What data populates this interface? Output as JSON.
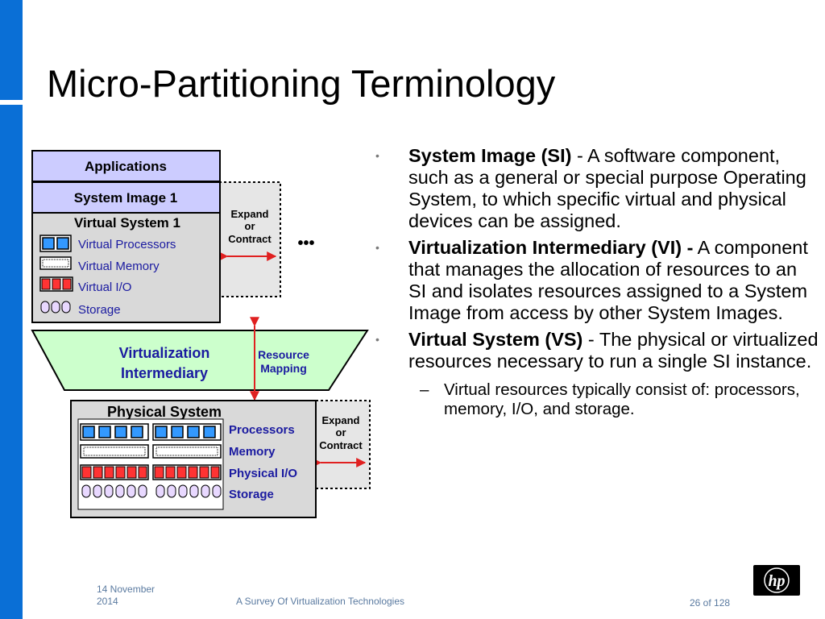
{
  "title": "Micro-Partitioning Terminology",
  "diagram": {
    "applications": "Applications",
    "system_image": "System Image 1",
    "virtual_system": {
      "title": "Virtual System 1",
      "items": [
        "Virtual Processors",
        "Virtual Memory",
        "Virtual I/O",
        "Storage"
      ]
    },
    "expand_top": [
      "Expand",
      "or",
      "Contract"
    ],
    "ellipsis": "•••",
    "intermediary": [
      "Virtualization",
      "Intermediary"
    ],
    "resource_mapping": [
      "Resource",
      "Mapping"
    ],
    "physical_system": {
      "title": "Physical System",
      "items": [
        "Processors",
        "Memory",
        "Physical I/O",
        "Storage"
      ]
    },
    "expand_bottom": [
      "Expand",
      "or",
      "Contract"
    ]
  },
  "bullets": [
    {
      "term": "System Image (SI)",
      "text": " - A software component, such as a general or special purpose Operating System, to which specific virtual and physical devices can be assigned."
    },
    {
      "term": "Virtualization Intermediary (VI) -",
      "text": " A component that manages the allocation of resources to an SI and isolates resources assigned to a System Image from access by other System Images."
    },
    {
      "term": "Virtual System (VS)",
      "text": " - The physical or virtualized resources necessary to run a single SI instance."
    }
  ],
  "sub_bullet": "Virtual resources typically consist of: processors, memory, I/O, and storage.",
  "footer": {
    "date": "14 November 2014",
    "center": "A Survey Of Virtualization Technologies",
    "page": "26 of 128"
  },
  "logo": "hp",
  "colors": {
    "accent": "#0a6fd6",
    "label_blue": "#1a1aa0",
    "box_lavender": "#ccccff",
    "box_gray": "#d9d9d9",
    "intermediary_green": "#ccffcc",
    "arrow_red": "#e02020",
    "processor_blue": "#3399ff",
    "io_red": "#ff3333",
    "storage_violet": "#e8d8ff"
  }
}
